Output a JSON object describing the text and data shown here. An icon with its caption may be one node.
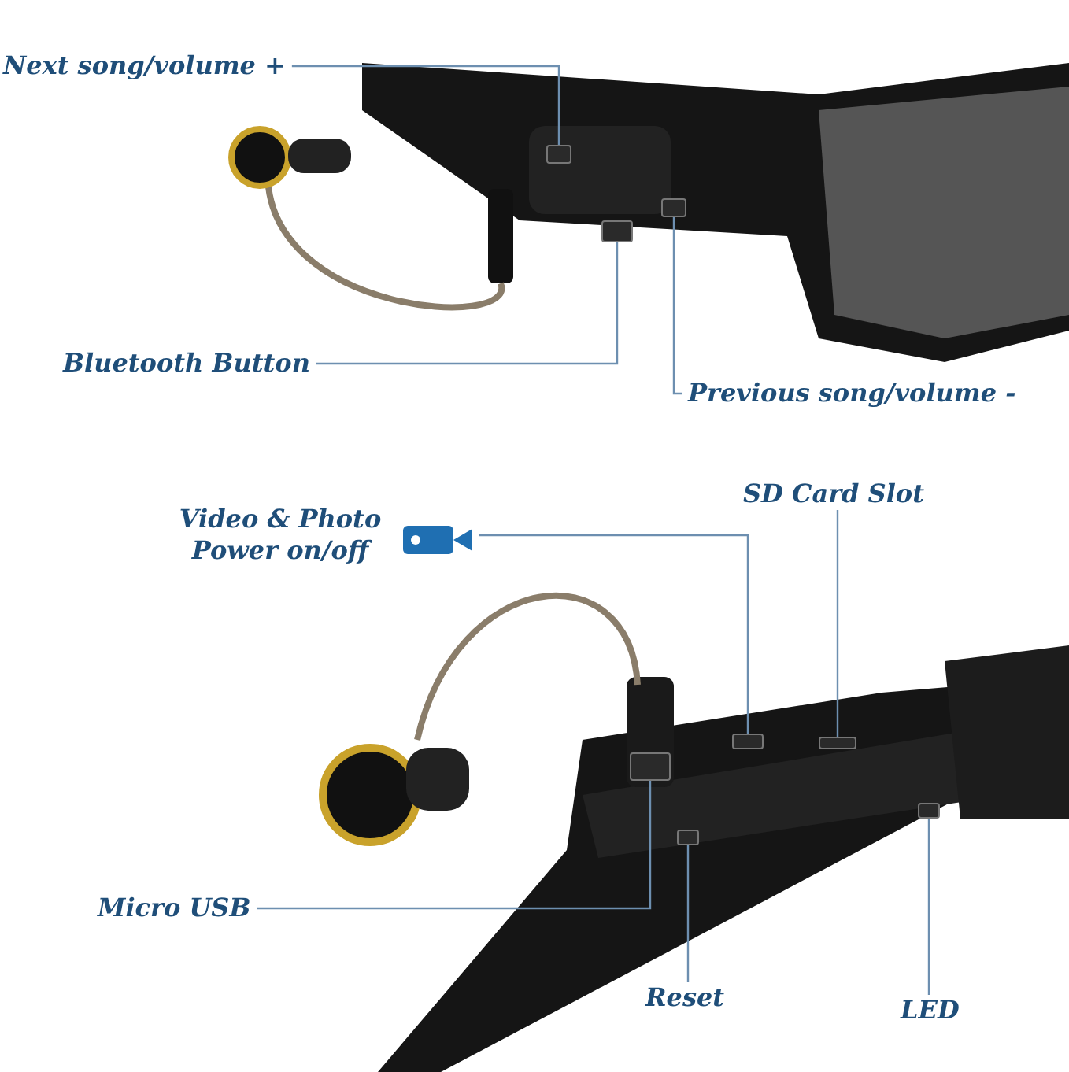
{
  "diagram": {
    "nodes": [
      {
        "text": [
          "Next song/volume +"
        ]
      },
      {
        "text": [],
        "shape": "box"
      },
      {
        "text": [
          "Bluetooth Button"
        ]
      },
      {
        "text": [],
        "shape": "box"
      },
      {
        "text": [
          "Previous song/volume -"
        ]
      },
      {
        "text": [],
        "shape": "box"
      },
      {
        "text": [
          "Video & Photo Power on/off"
        ]
      },
      {
        "text": [],
        "shape": "box"
      },
      {
        "text": [
          "SD Card Slot"
        ]
      },
      {
        "text": [],
        "shape": "box"
      },
      {
        "text": [
          "Micro USB"
        ]
      },
      {
        "text": [],
        "shape": "box"
      },
      {
        "text": [
          "Reset"
        ]
      },
      {
        "text": [],
        "shape": "box"
      },
      {
        "text": [
          "LED"
        ]
      },
      {
        "text": [],
        "shape": "box"
      }
    ],
    "edges": [
      {
        "from": 0,
        "to": 1,
        "arrow": "none"
      },
      {
        "from": 2,
        "to": 3,
        "arrow": "none"
      },
      {
        "from": 4,
        "to": 5,
        "arrow": "none"
      },
      {
        "from": 6,
        "to": 7,
        "arrow": "none"
      },
      {
        "from": 8,
        "to": 9,
        "arrow": "none"
      },
      {
        "from": 10,
        "to": 11,
        "arrow": "none"
      },
      {
        "from": 12,
        "to": 13,
        "arrow": "none"
      },
      {
        "from": 14,
        "to": 15,
        "arrow": "none"
      }
    ]
  }
}
